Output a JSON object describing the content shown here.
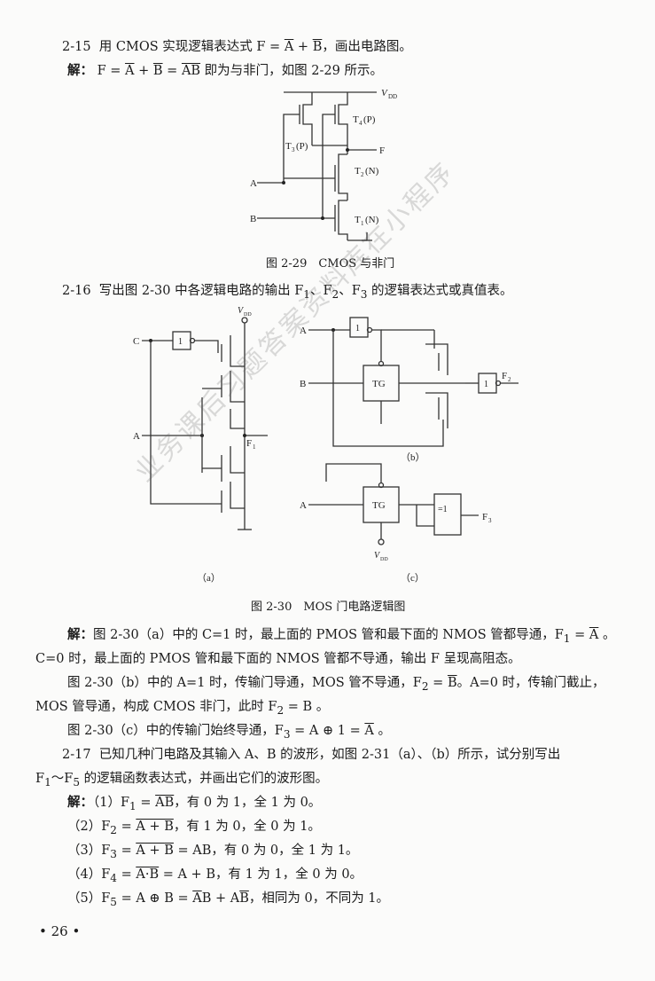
{
  "p_215": {
    "num": "2-15",
    "pre": "用 CMOS 实现逻辑表达式 F = ",
    "a": "A",
    "plus": " + ",
    "b": "B",
    "post": "，画出电路图。"
  },
  "sol_215": {
    "label": "解：",
    "pre": "F = ",
    "a": "A",
    "p1": " + ",
    "b": "B",
    "eq": " = ",
    "ab": "AB",
    "post": " 即为与非门，如图 2-29 所示。"
  },
  "fig229": {
    "vdd": "V",
    "vdd_sub": "DD",
    "t4": "T",
    "t4_sub": "4",
    "t4_type": "(P)",
    "t3": "T",
    "t3_sub": "3",
    "t3_type": "(P)",
    "t2": "T",
    "t2_sub": "2",
    "t2_type": "(N)",
    "t1": "T",
    "t1_sub": "1",
    "t1_type": "(N)",
    "out": "F",
    "in_a": "A",
    "in_b": "B",
    "caption": "图 2-29　CMOS 与非门"
  },
  "p_216": {
    "num": "2-16",
    "text": "写出图 2-30 中各逻辑电路的输出 F",
    "s1": "1",
    "t2": "、F",
    "s2": "2",
    "t3": "、F",
    "s3": "3",
    "t4": " 的逻辑表达式或真值表。"
  },
  "fig230": {
    "vdd": "V",
    "vdd_sub": "DD",
    "in_c": "C",
    "in_a": "A",
    "in_b": "B",
    "not": "1",
    "tg": "TG",
    "xor": "=1",
    "f1": "F",
    "f1_sub": "1",
    "f2": "F",
    "f2_sub": "2",
    "f3": "F",
    "f3_sub": "3",
    "label_a": "（a）",
    "label_b": "（b）",
    "label_c": "（c）",
    "caption": "图 2-30　MOS 门电路逻辑图"
  },
  "sol_216a": {
    "label": "解：",
    "pre": "图 2-30（a）中的 C=1 时，最上面的 PMOS 管和最下面的 NMOS 管都导通，F",
    "sub": "1",
    "eq": " = ",
    "a": "A",
    "dot": " 。",
    "line2": "C=0 时，最上面的 PMOS 管和最下面的 NMOS 管都不导通，输出 F 呈现高阻态。"
  },
  "sol_216b": {
    "pre": "图 2-30（b）中的 A=1 时，传输门导通，MOS 管不导通，F",
    "sub": "2",
    "eq": " = ",
    "b": "B",
    "post": "。A=0 时，传输门截止，",
    "line2_pre": "MOS 管导通，构成 CMOS 非门，此时 F",
    "line2_sub": "2",
    "line2_post": " = B 。"
  },
  "sol_216c": {
    "pre": "图 2-30（c）中的传输门始终导通，F",
    "sub": "3",
    "eq": " = A ⊕ 1 = ",
    "a": "A",
    "post": " 。"
  },
  "p_217": {
    "num": "2-17",
    "text": "已知几种门电路及其输入 A、B 的波形，如图 2-31（a）、（b）所示，试分别写出",
    "line2_pre": "F",
    "line2_s1": "1",
    "line2_mid": "～F",
    "line2_s2": "5",
    "line2_post": " 的逻辑函数表达式，并画出它们的波形图。"
  },
  "sol_217": {
    "label": "解：",
    "i1": {
      "idx": "（1）",
      "f": "F",
      "sub": "1",
      "eq": " = ",
      "expr": "AB",
      "post": "，有 0 为 1，全 1 为 0。"
    },
    "i2": {
      "idx": "（2）",
      "f": "F",
      "sub": "2",
      "eq": " = ",
      "expr": "A + B",
      "post": "，有 1 为 0，全 0 为 1。"
    },
    "i3": {
      "idx": "（3）",
      "f": "F",
      "sub": "3",
      "eq": " = ",
      "a": "A",
      "plus": " + ",
      "b": "B",
      "mid": " = AB",
      "post": "，有 0 为 0，全 1 为 1。"
    },
    "i4": {
      "idx": "（4）",
      "f": "F",
      "sub": "4",
      "eq": " = ",
      "a": "A",
      "dot": "·",
      "b": "B",
      "mid": " = A + B",
      "post": "，有 1 为 1，全 0 为 0。"
    },
    "i5": {
      "idx": "（5）",
      "f": "F",
      "sub": "5",
      "eq": " = A ⊕ B = ",
      "a1": "A",
      "b1": "B",
      "plus": " + A",
      "b2": "B",
      "post": "，相同为 0，不同为 1。"
    }
  },
  "page_number": "• 26 •",
  "watermark": "业务课后习题答案资料库在小程序"
}
